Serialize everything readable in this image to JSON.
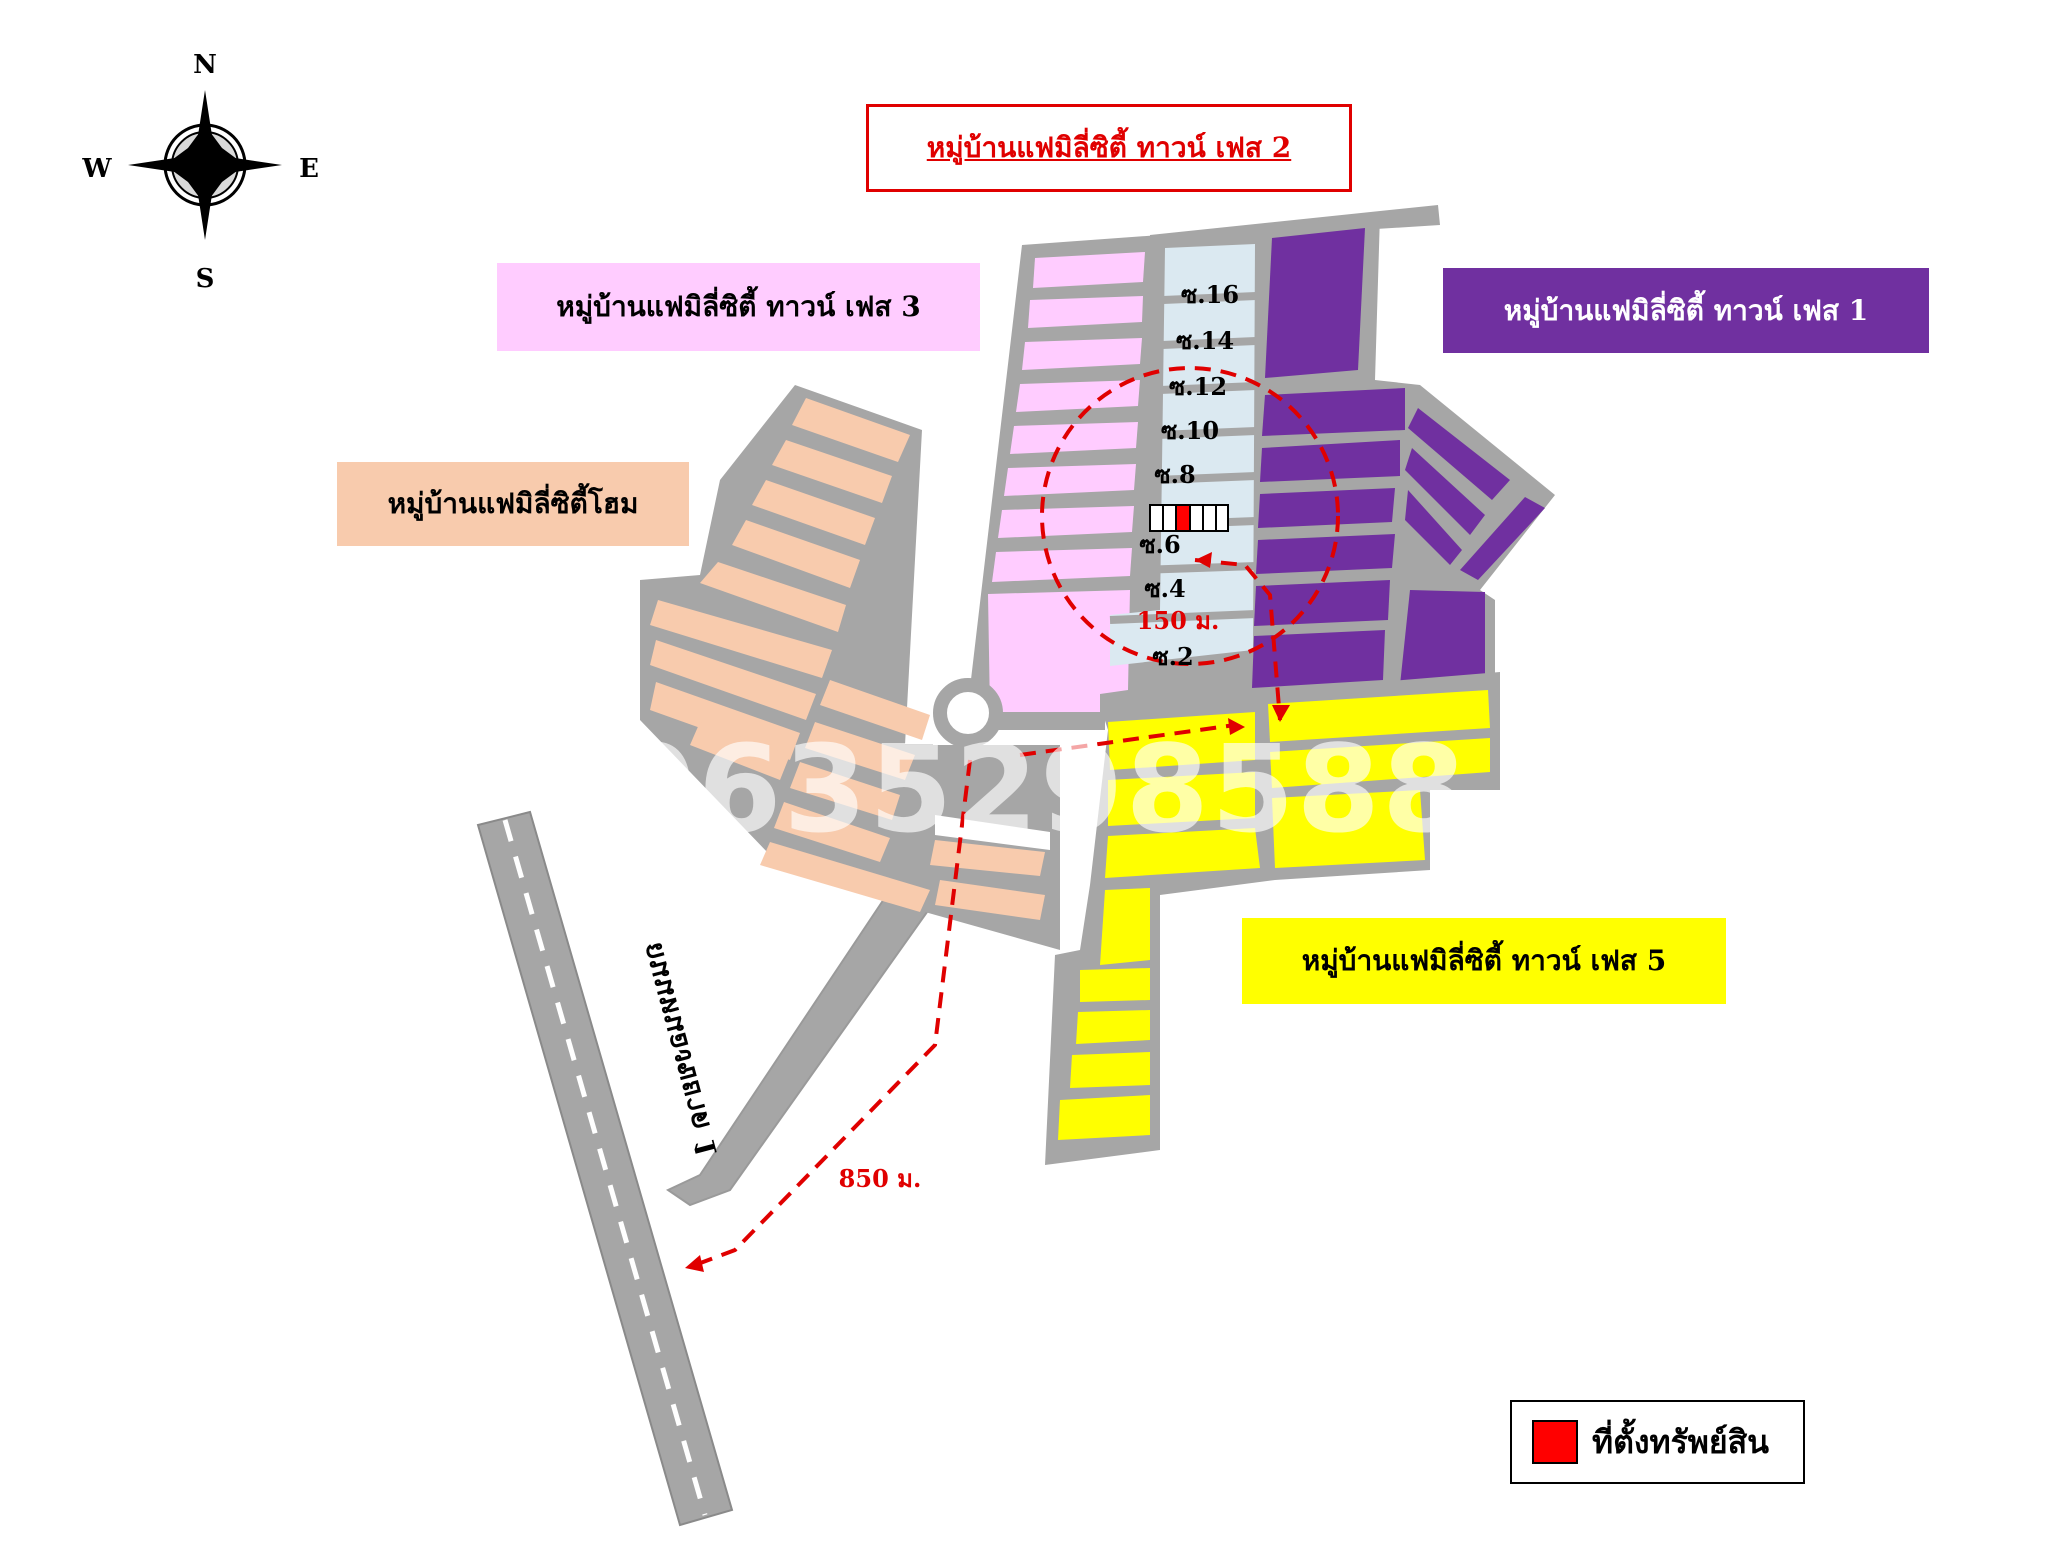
{
  "compass": {
    "north": "N",
    "south": "S",
    "east": "E",
    "west": "W"
  },
  "labels": {
    "phase2": "หมู่บ้านแฟมิลี่ซิตี้ ทาวน์ เฟส 2",
    "phase3": "หมู่บ้านแฟมิลี่ซิตี้ ทาวน์ เฟส 3",
    "phase1": "หมู่บ้านแฟมิลี่ซิตี้ ทาวน์ เฟส 1",
    "home": "หมู่บ้านแฟมิลี่ซิตี้โฮม",
    "phase5": "หมู่บ้านแฟมิลี่ซิตี้ ทาวน์ เฟส 5"
  },
  "sois": [
    "ซ.16",
    "ซ.14",
    "ซ.12",
    "ซ.10",
    "ซ.8",
    "ซ.6",
    "ซ.4",
    "ซ.2"
  ],
  "distances": {
    "near": "150 ม.",
    "far": "850 ม."
  },
  "road_name": "ถนนหนองขยาด 1",
  "watermark": "0635298588",
  "legend": {
    "label": "ที่ตั้งทรัพย์สิน"
  },
  "colors": {
    "phase1": "#7030a0",
    "phase2": "#dbe9f1",
    "phase3": "#ffccff",
    "phase5": "#ffff00",
    "home": "#f8cbad",
    "road": "#a6a6a6",
    "property": "#ff0000",
    "route": "#e00000"
  }
}
